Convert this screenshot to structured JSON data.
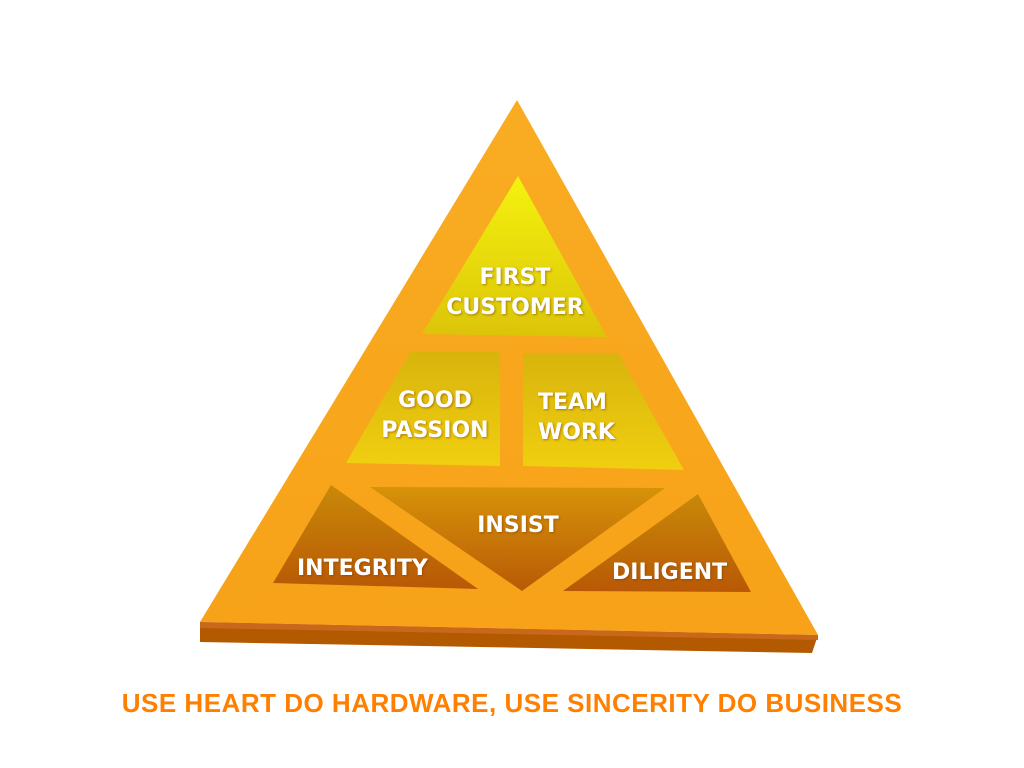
{
  "pyramid": {
    "top": {
      "line1": "FIRST",
      "line2": "CUSTOMER"
    },
    "middle_left": {
      "line1": "GOOD",
      "line2": "PASSION"
    },
    "middle_right": {
      "line1": "TEAM",
      "line2": "WORK"
    },
    "bottom_center": "INSIST",
    "bottom_left": "INTEGRITY",
    "bottom_right": "DILIGENT"
  },
  "slogan": "USE HEART DO HARDWARE, USE SINCERITY DO BUSINESS",
  "colors": {
    "frame": "#f7a41c",
    "frame_dark": "#b35a00",
    "top_panel": "#f2ef12",
    "middle_panels": "#e8c40c",
    "bottom_panels": "#c7700a",
    "slogan": "#ff7f00"
  }
}
